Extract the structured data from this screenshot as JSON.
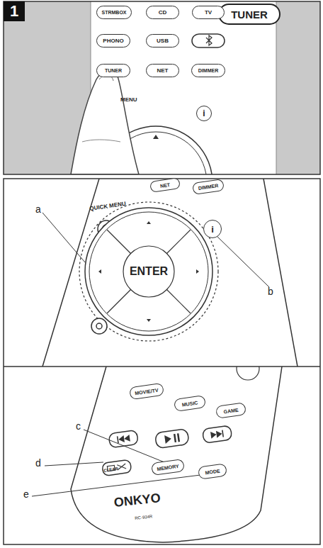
{
  "diagram": {
    "nodes": [
      {
        "text": [
          "1"
        ]
      },
      {
        "text": [
          "TUNER"
        ]
      },
      {
        "text": [
          "STRMBOX"
        ]
      },
      {
        "text": [
          "CD"
        ]
      },
      {
        "text": [
          "TV"
        ]
      },
      {
        "text": [
          "PHONO"
        ]
      },
      {
        "text": [
          "USB"
        ]
      },
      {
        "text": [
          "TUNER"
        ]
      },
      {
        "text": [
          "NET"
        ]
      },
      {
        "text": [
          "DIMMER"
        ]
      },
      {
        "text": [
          "i"
        ]
      },
      {
        "text": [
          "NET"
        ]
      },
      {
        "text": [
          "DIMMER"
        ]
      },
      {
        "text": [
          "ENTER"
        ]
      },
      {
        "text": [
          "i"
        ]
      },
      {
        "text": [
          "MOVIE/TV"
        ]
      },
      {
        "text": [
          "MUSIC"
        ]
      },
      {
        "text": [
          "GAME"
        ]
      },
      {
        "text": [
          "MEMORY"
        ]
      },
      {
        "text": [
          "MODE"
        ]
      }
    ],
    "labels": [
      "MENU",
      "QUICK MENU",
      "a",
      "b",
      "c",
      "d",
      "CLEAR",
      "e",
      "ONKYO",
      "RC-934R"
    ]
  }
}
